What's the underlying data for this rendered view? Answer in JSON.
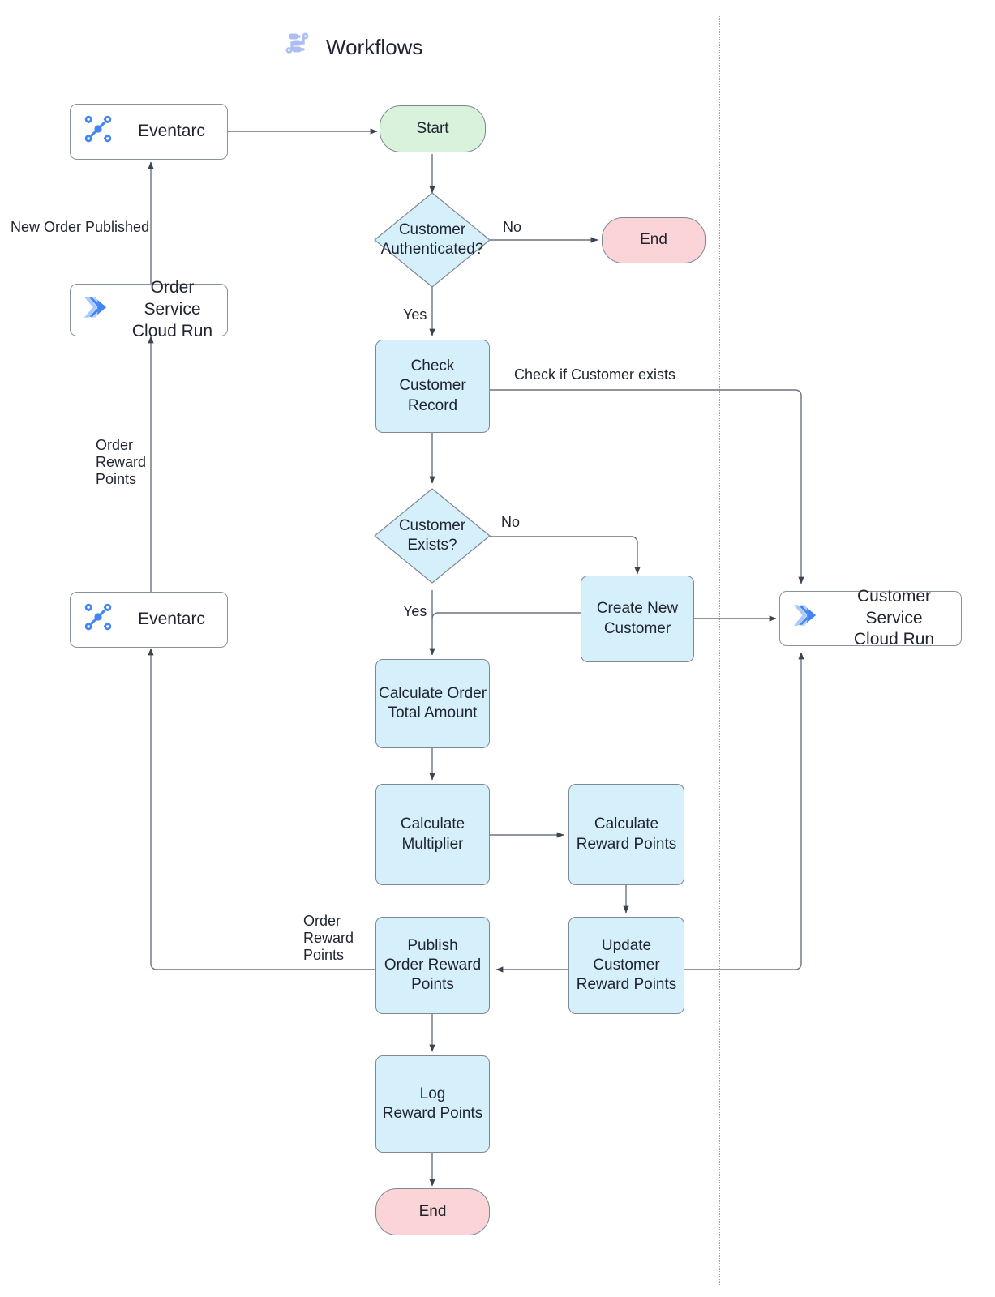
{
  "diagram": {
    "boundary": {
      "title": "Workflows",
      "icon": "workflows-icon"
    },
    "colors": {
      "process_fill": "#d5f0fb",
      "start_fill": "#d8f2db",
      "end_fill": "#fbd4d8",
      "stroke": "#7e8894",
      "google_blue": "#4285f4",
      "boundary_stroke": "#9aa0a8"
    }
  },
  "external_nodes": [
    {
      "id": "eventarc-top",
      "label": "Eventarc",
      "icon": "eventarc-icon"
    },
    {
      "id": "order-service",
      "label": "Order Service\nCloud Run",
      "line1": "Order Service",
      "line2": "Cloud Run",
      "icon": "cloud-run-icon"
    },
    {
      "id": "eventarc-bottom",
      "label": "Eventarc",
      "icon": "eventarc-icon"
    },
    {
      "id": "customer-service",
      "label": "Customer Service\nCloud Run",
      "line1": "Customer Service",
      "line2": "Cloud Run",
      "icon": "cloud-run-icon"
    }
  ],
  "flow_nodes": [
    {
      "id": "start",
      "type": "terminator",
      "label": "Start"
    },
    {
      "id": "customer-authenticated",
      "type": "decision",
      "line1": "Customer",
      "line2": "Authenticated?"
    },
    {
      "id": "end-top",
      "type": "terminator",
      "label": "End"
    },
    {
      "id": "check-customer-record",
      "type": "process",
      "line1": "Check",
      "line2": "Customer",
      "line3": "Record"
    },
    {
      "id": "customer-exists",
      "type": "decision",
      "line1": "Customer",
      "line2": "Exists?"
    },
    {
      "id": "create-new-customer",
      "type": "process",
      "line1": "Create New",
      "line2": "Customer"
    },
    {
      "id": "calculate-order-total-amount",
      "type": "process",
      "line1": "Calculate Order",
      "line2": "Total Amount"
    },
    {
      "id": "calculate-multiplier",
      "type": "process",
      "line1": "Calculate",
      "line2": "Multiplier"
    },
    {
      "id": "calculate-reward-points",
      "type": "process",
      "line1": "Calculate",
      "line2": "Reward Points"
    },
    {
      "id": "update-customer-reward-points",
      "type": "process",
      "line1": "Update",
      "line2": "Customer",
      "line3": "Reward Points"
    },
    {
      "id": "publish-order-reward-points",
      "type": "process",
      "line1": "Publish",
      "line2": "Order Reward",
      "line3": "Points"
    },
    {
      "id": "log-reward-points",
      "type": "process",
      "line1": "Log",
      "line2": "Reward Points"
    },
    {
      "id": "end-bottom",
      "type": "terminator",
      "label": "End"
    }
  ],
  "edge_labels": [
    {
      "id": "new-order-published",
      "text": "New Order Published"
    },
    {
      "id": "order-reward-points-left",
      "text": "Order\nReward\nPoints"
    },
    {
      "id": "no-authenticated",
      "text": "No"
    },
    {
      "id": "yes-authenticated",
      "text": "Yes"
    },
    {
      "id": "check-if-customer-exists",
      "text": "Check if Customer exists"
    },
    {
      "id": "no-exists",
      "text": "No"
    },
    {
      "id": "yes-exists",
      "text": "Yes"
    },
    {
      "id": "order-reward-points-publish",
      "text": "Order\nReward\nPoints"
    }
  ]
}
